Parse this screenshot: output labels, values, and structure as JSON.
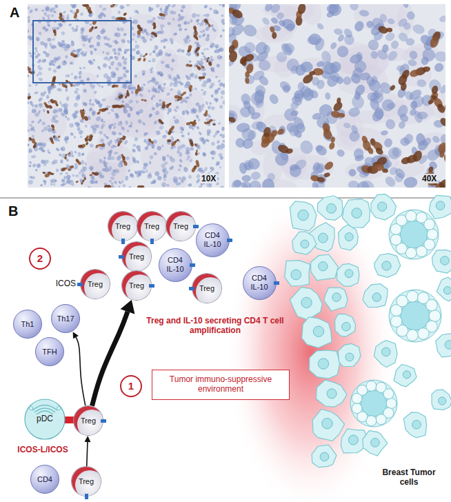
{
  "diagram": {
    "nodes": [
      {
        "text": [
          "Treg"
        ]
      },
      {
        "text": [
          "Treg"
        ]
      },
      {
        "text": [
          "Treg"
        ]
      },
      {
        "text": [
          "CD4 IL-10"
        ]
      },
      {
        "text": [
          "2"
        ]
      },
      {
        "text": [
          "Treg"
        ]
      },
      {
        "text": [
          "CD4 IL-10"
        ]
      },
      {
        "text": [
          "Treg"
        ]
      },
      {
        "text": [
          "Treg"
        ]
      },
      {
        "text": [
          "Treg"
        ]
      },
      {
        "text": [
          "CD4 IL-10"
        ]
      },
      {
        "text": [
          "Th1"
        ]
      },
      {
        "text": [
          "Th17"
        ]
      },
      {
        "text": [
          "TFH"
        ]
      },
      {
        "text": [
          "1"
        ]
      },
      {
        "text": [
          "Tumor immuno-suppressive environment"
        ]
      },
      {
        "text": [
          "pDC"
        ]
      },
      {
        "text": [
          "Treg"
        ]
      },
      {
        "text": [
          "CD4"
        ]
      },
      {
        "text": [
          "Treg"
        ]
      }
    ],
    "edges": [
      {
        "from": 17,
        "to": 8,
        "arrow": "to"
      },
      {
        "from": 17,
        "to": 12,
        "arrow": "to"
      },
      {
        "from": 19,
        "to": 17,
        "arrow": "to"
      }
    ],
    "labels": [
      "A",
      "10X",
      "40X",
      "B",
      "ICOS",
      "Treg and IL-10 secreting CD4 T cell amplification",
      "ICOS-L/ICOS",
      "Breast Tumor cells"
    ]
  }
}
